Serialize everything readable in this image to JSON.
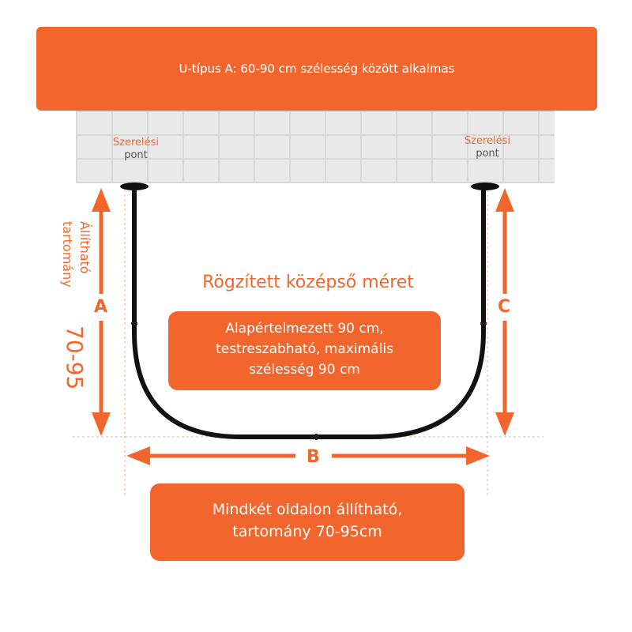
{
  "banner": {
    "title": "U-típus A: 60-90 cm szélesség között alkalmas"
  },
  "mount_points": [
    {
      "line1": "Szerelési",
      "line2": "pont"
    },
    {
      "line1": "Szerelési",
      "line2": "pont"
    }
  ],
  "adjustable_range": {
    "label_line1": "Állítható",
    "label_line2": "tartomány",
    "value": "70-95"
  },
  "center": {
    "title": "Rögzített középső méret",
    "description_lines": [
      "Alapértelmezett 90 cm,",
      "testreszabható, maximális",
      "szélesség 90 cm"
    ]
  },
  "dimensions": {
    "a": "A",
    "b": "B",
    "c": "C"
  },
  "bottom_note": {
    "lines": [
      "Mindkét oldalon állítható,",
      "tartomány 70-95cm"
    ]
  },
  "colors": {
    "accent": "#f2662d",
    "rod": "#111111",
    "wall": "#e9e9e9"
  }
}
